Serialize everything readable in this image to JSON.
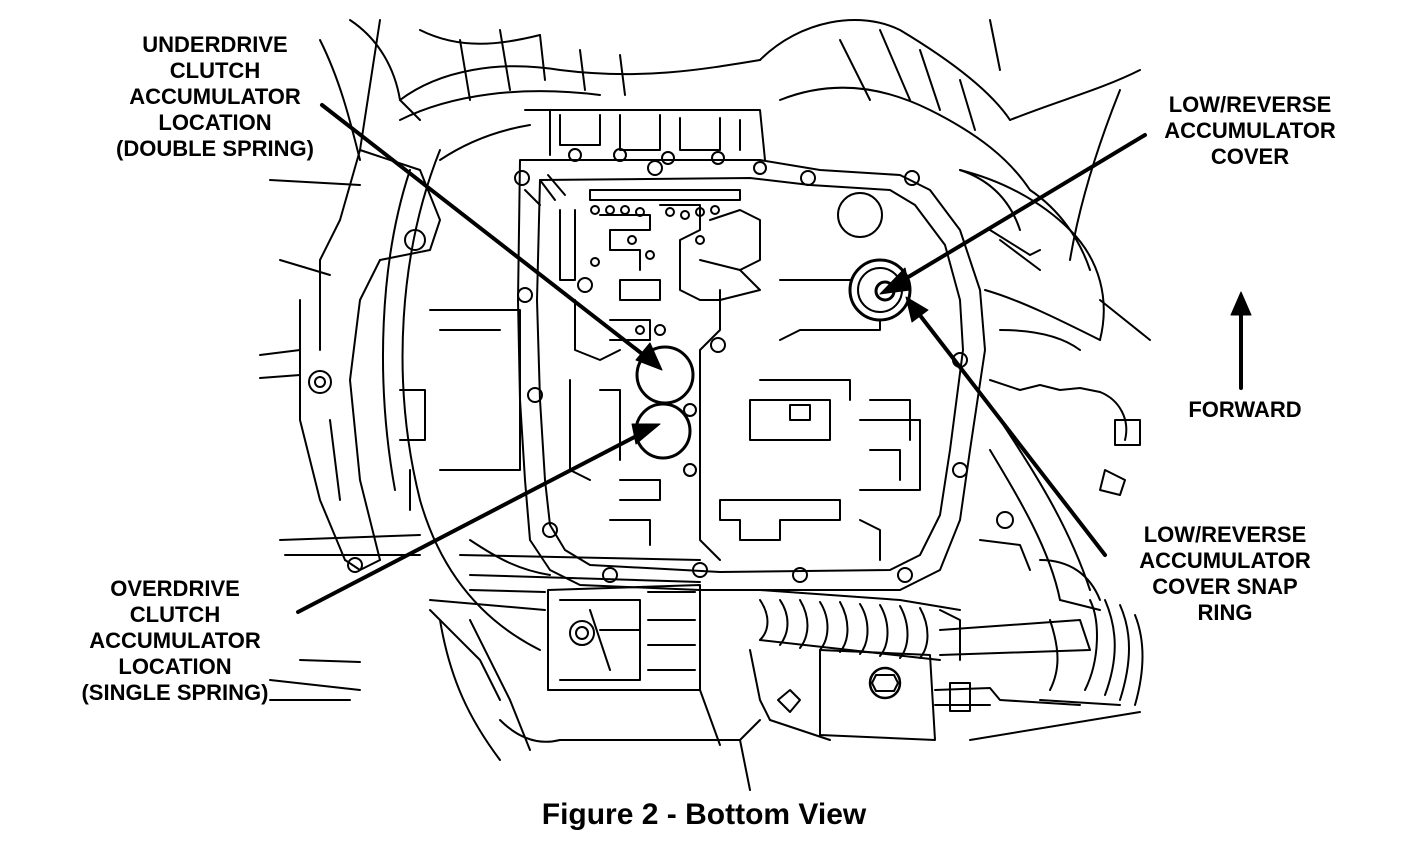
{
  "labels": {
    "underdrive": [
      "UNDERDRIVE",
      "CLUTCH",
      "ACCUMULATOR",
      "LOCATION",
      "(DOUBLE SPRING)"
    ],
    "overdrive": [
      "OVERDRIVE",
      "CLUTCH",
      "ACCUMULATOR",
      "LOCATION",
      "(SINGLE SPRING)"
    ],
    "lr_cover": [
      "LOW/REVERSE",
      "ACCUMULATOR",
      "COVER"
    ],
    "lr_snap_ring": [
      "LOW/REVERSE",
      "ACCUMULATOR",
      "COVER SNAP",
      "RING"
    ],
    "forward": "FORWARD"
  },
  "caption": "Figure 2 - Bottom View",
  "colors": {
    "ink": "#000000",
    "paper": "#ffffff"
  }
}
